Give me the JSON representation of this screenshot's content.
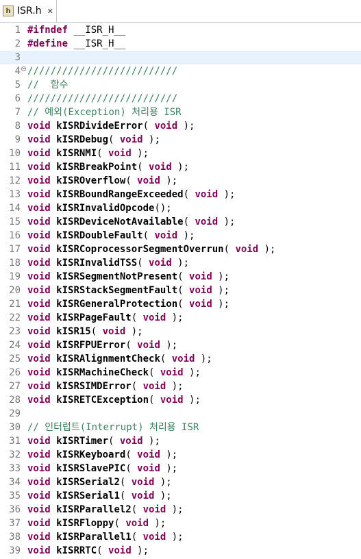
{
  "tab": {
    "label": "ISR.h",
    "icon": "header-file-icon",
    "icon_glyph": "h",
    "close_glyph": "✕"
  },
  "lines": [
    {
      "n": "1",
      "segs": [
        {
          "t": "#ifndef",
          "c": "kw"
        },
        {
          "t": " __ISR_H__",
          "c": ""
        }
      ]
    },
    {
      "n": "2",
      "segs": [
        {
          "t": "#define",
          "c": "kw"
        },
        {
          "t": " __ISR_H__",
          "c": ""
        }
      ]
    },
    {
      "n": "3",
      "segs": [
        {
          "t": "",
          "c": ""
        }
      ],
      "current": true
    },
    {
      "n": "4",
      "segs": [
        {
          "t": "//////////////////////////",
          "c": "cm"
        }
      ],
      "fold": true
    },
    {
      "n": "5",
      "segs": [
        {
          "t": "//  함수",
          "c": "cm"
        }
      ]
    },
    {
      "n": "6",
      "segs": [
        {
          "t": "//////////////////////////",
          "c": "cm"
        }
      ]
    },
    {
      "n": "7",
      "segs": [
        {
          "t": "// 예외(Exception) 처리용 ISR",
          "c": "cm"
        }
      ]
    },
    {
      "n": "8",
      "segs": [
        {
          "t": "void",
          "c": "kw"
        },
        {
          "t": " ",
          "c": ""
        },
        {
          "t": "kISRDivideError",
          "c": "fn"
        },
        {
          "t": "( ",
          "c": ""
        },
        {
          "t": "void",
          "c": "kw"
        },
        {
          "t": " );",
          "c": ""
        }
      ]
    },
    {
      "n": "9",
      "segs": [
        {
          "t": "void",
          "c": "kw"
        },
        {
          "t": " ",
          "c": ""
        },
        {
          "t": "kISRDebug",
          "c": "fn"
        },
        {
          "t": "( ",
          "c": ""
        },
        {
          "t": "void",
          "c": "kw"
        },
        {
          "t": " );",
          "c": ""
        }
      ]
    },
    {
      "n": "10",
      "segs": [
        {
          "t": "void",
          "c": "kw"
        },
        {
          "t": " ",
          "c": ""
        },
        {
          "t": "kISRNMI",
          "c": "fn"
        },
        {
          "t": "( ",
          "c": ""
        },
        {
          "t": "void",
          "c": "kw"
        },
        {
          "t": " );",
          "c": ""
        }
      ]
    },
    {
      "n": "11",
      "segs": [
        {
          "t": "void",
          "c": "kw"
        },
        {
          "t": " ",
          "c": ""
        },
        {
          "t": "kISRBreakPoint",
          "c": "fn"
        },
        {
          "t": "( ",
          "c": ""
        },
        {
          "t": "void",
          "c": "kw"
        },
        {
          "t": " );",
          "c": ""
        }
      ]
    },
    {
      "n": "12",
      "segs": [
        {
          "t": "void",
          "c": "kw"
        },
        {
          "t": " ",
          "c": ""
        },
        {
          "t": "kISROverflow",
          "c": "fn"
        },
        {
          "t": "( ",
          "c": ""
        },
        {
          "t": "void",
          "c": "kw"
        },
        {
          "t": " );",
          "c": ""
        }
      ]
    },
    {
      "n": "13",
      "segs": [
        {
          "t": "void",
          "c": "kw"
        },
        {
          "t": " ",
          "c": ""
        },
        {
          "t": "kISRBoundRangeExceeded",
          "c": "fn"
        },
        {
          "t": "( ",
          "c": ""
        },
        {
          "t": "void",
          "c": "kw"
        },
        {
          "t": " );",
          "c": ""
        }
      ]
    },
    {
      "n": "14",
      "segs": [
        {
          "t": "void",
          "c": "kw"
        },
        {
          "t": " ",
          "c": ""
        },
        {
          "t": "kISRInvalidOpcode",
          "c": "fn"
        },
        {
          "t": "();",
          "c": ""
        }
      ]
    },
    {
      "n": "15",
      "segs": [
        {
          "t": "void",
          "c": "kw"
        },
        {
          "t": " ",
          "c": ""
        },
        {
          "t": "kISRDeviceNotAvailable",
          "c": "fn"
        },
        {
          "t": "( ",
          "c": ""
        },
        {
          "t": "void",
          "c": "kw"
        },
        {
          "t": " );",
          "c": ""
        }
      ]
    },
    {
      "n": "16",
      "segs": [
        {
          "t": "void",
          "c": "kw"
        },
        {
          "t": " ",
          "c": ""
        },
        {
          "t": "kISRDoubleFault",
          "c": "fn"
        },
        {
          "t": "( ",
          "c": ""
        },
        {
          "t": "void",
          "c": "kw"
        },
        {
          "t": " );",
          "c": ""
        }
      ]
    },
    {
      "n": "17",
      "segs": [
        {
          "t": "void",
          "c": "kw"
        },
        {
          "t": " ",
          "c": ""
        },
        {
          "t": "kISRCoprocessorSegmentOverrun",
          "c": "fn"
        },
        {
          "t": "( ",
          "c": ""
        },
        {
          "t": "void",
          "c": "kw"
        },
        {
          "t": " );",
          "c": ""
        }
      ]
    },
    {
      "n": "18",
      "segs": [
        {
          "t": "void",
          "c": "kw"
        },
        {
          "t": " ",
          "c": ""
        },
        {
          "t": "kISRInvalidTSS",
          "c": "fn"
        },
        {
          "t": "( ",
          "c": ""
        },
        {
          "t": "void",
          "c": "kw"
        },
        {
          "t": " );",
          "c": ""
        }
      ]
    },
    {
      "n": "19",
      "segs": [
        {
          "t": "void",
          "c": "kw"
        },
        {
          "t": " ",
          "c": ""
        },
        {
          "t": "kISRSegmentNotPresent",
          "c": "fn"
        },
        {
          "t": "( ",
          "c": ""
        },
        {
          "t": "void",
          "c": "kw"
        },
        {
          "t": " );",
          "c": ""
        }
      ]
    },
    {
      "n": "20",
      "segs": [
        {
          "t": "void",
          "c": "kw"
        },
        {
          "t": " ",
          "c": ""
        },
        {
          "t": "kISRStackSegmentFault",
          "c": "fn"
        },
        {
          "t": "( ",
          "c": ""
        },
        {
          "t": "void",
          "c": "kw"
        },
        {
          "t": " );",
          "c": ""
        }
      ]
    },
    {
      "n": "21",
      "segs": [
        {
          "t": "void",
          "c": "kw"
        },
        {
          "t": " ",
          "c": ""
        },
        {
          "t": "kISRGeneralProtection",
          "c": "fn"
        },
        {
          "t": "( ",
          "c": ""
        },
        {
          "t": "void",
          "c": "kw"
        },
        {
          "t": " );",
          "c": ""
        }
      ]
    },
    {
      "n": "22",
      "segs": [
        {
          "t": "void",
          "c": "kw"
        },
        {
          "t": " ",
          "c": ""
        },
        {
          "t": "kISRPageFault",
          "c": "fn"
        },
        {
          "t": "( ",
          "c": ""
        },
        {
          "t": "void",
          "c": "kw"
        },
        {
          "t": " );",
          "c": ""
        }
      ]
    },
    {
      "n": "23",
      "segs": [
        {
          "t": "void",
          "c": "kw"
        },
        {
          "t": " ",
          "c": ""
        },
        {
          "t": "kISR15",
          "c": "fn"
        },
        {
          "t": "( ",
          "c": ""
        },
        {
          "t": "void",
          "c": "kw"
        },
        {
          "t": " );",
          "c": ""
        }
      ]
    },
    {
      "n": "24",
      "segs": [
        {
          "t": "void",
          "c": "kw"
        },
        {
          "t": " ",
          "c": ""
        },
        {
          "t": "kISRFPUError",
          "c": "fn"
        },
        {
          "t": "( ",
          "c": ""
        },
        {
          "t": "void",
          "c": "kw"
        },
        {
          "t": " );",
          "c": ""
        }
      ]
    },
    {
      "n": "25",
      "segs": [
        {
          "t": "void",
          "c": "kw"
        },
        {
          "t": " ",
          "c": ""
        },
        {
          "t": "kISRAlignmentCheck",
          "c": "fn"
        },
        {
          "t": "( ",
          "c": ""
        },
        {
          "t": "void",
          "c": "kw"
        },
        {
          "t": " );",
          "c": ""
        }
      ]
    },
    {
      "n": "26",
      "segs": [
        {
          "t": "void",
          "c": "kw"
        },
        {
          "t": " ",
          "c": ""
        },
        {
          "t": "kISRMachineCheck",
          "c": "fn"
        },
        {
          "t": "( ",
          "c": ""
        },
        {
          "t": "void",
          "c": "kw"
        },
        {
          "t": " );",
          "c": ""
        }
      ]
    },
    {
      "n": "27",
      "segs": [
        {
          "t": "void",
          "c": "kw"
        },
        {
          "t": " ",
          "c": ""
        },
        {
          "t": "kISRSIMDError",
          "c": "fn"
        },
        {
          "t": "( ",
          "c": ""
        },
        {
          "t": "void",
          "c": "kw"
        },
        {
          "t": " );",
          "c": ""
        }
      ]
    },
    {
      "n": "28",
      "segs": [
        {
          "t": "void",
          "c": "kw"
        },
        {
          "t": " ",
          "c": ""
        },
        {
          "t": "kISRETCException",
          "c": "fn"
        },
        {
          "t": "( ",
          "c": ""
        },
        {
          "t": "void",
          "c": "kw"
        },
        {
          "t": " );",
          "c": ""
        }
      ]
    },
    {
      "n": "29",
      "segs": [
        {
          "t": "",
          "c": ""
        }
      ]
    },
    {
      "n": "30",
      "segs": [
        {
          "t": "// 인터럽트(Interrupt) 처리용 ISR",
          "c": "cm"
        }
      ]
    },
    {
      "n": "31",
      "segs": [
        {
          "t": "void",
          "c": "kw"
        },
        {
          "t": " ",
          "c": ""
        },
        {
          "t": "kISRTimer",
          "c": "fn"
        },
        {
          "t": "( ",
          "c": ""
        },
        {
          "t": "void",
          "c": "kw"
        },
        {
          "t": " );",
          "c": ""
        }
      ]
    },
    {
      "n": "32",
      "segs": [
        {
          "t": "void",
          "c": "kw"
        },
        {
          "t": " ",
          "c": ""
        },
        {
          "t": "kISRKeyboard",
          "c": "fn"
        },
        {
          "t": "( ",
          "c": ""
        },
        {
          "t": "void",
          "c": "kw"
        },
        {
          "t": " );",
          "c": ""
        }
      ]
    },
    {
      "n": "33",
      "segs": [
        {
          "t": "void",
          "c": "kw"
        },
        {
          "t": " ",
          "c": ""
        },
        {
          "t": "kISRSlavePIC",
          "c": "fn"
        },
        {
          "t": "( ",
          "c": ""
        },
        {
          "t": "void",
          "c": "kw"
        },
        {
          "t": " );",
          "c": ""
        }
      ]
    },
    {
      "n": "34",
      "segs": [
        {
          "t": "void",
          "c": "kw"
        },
        {
          "t": " ",
          "c": ""
        },
        {
          "t": "kISRSerial2",
          "c": "fn"
        },
        {
          "t": "( ",
          "c": ""
        },
        {
          "t": "void",
          "c": "kw"
        },
        {
          "t": " );",
          "c": ""
        }
      ]
    },
    {
      "n": "35",
      "segs": [
        {
          "t": "void",
          "c": "kw"
        },
        {
          "t": " ",
          "c": ""
        },
        {
          "t": "kISRSerial1",
          "c": "fn"
        },
        {
          "t": "( ",
          "c": ""
        },
        {
          "t": "void",
          "c": "kw"
        },
        {
          "t": " );",
          "c": ""
        }
      ]
    },
    {
      "n": "36",
      "segs": [
        {
          "t": "void",
          "c": "kw"
        },
        {
          "t": " ",
          "c": ""
        },
        {
          "t": "kISRParallel2",
          "c": "fn"
        },
        {
          "t": "( ",
          "c": ""
        },
        {
          "t": "void",
          "c": "kw"
        },
        {
          "t": " );",
          "c": ""
        }
      ]
    },
    {
      "n": "37",
      "segs": [
        {
          "t": "void",
          "c": "kw"
        },
        {
          "t": " ",
          "c": ""
        },
        {
          "t": "kISRFloppy",
          "c": "fn"
        },
        {
          "t": "( ",
          "c": ""
        },
        {
          "t": "void",
          "c": "kw"
        },
        {
          "t": " );",
          "c": ""
        }
      ]
    },
    {
      "n": "38",
      "segs": [
        {
          "t": "void",
          "c": "kw"
        },
        {
          "t": " ",
          "c": ""
        },
        {
          "t": "kISRParallel1",
          "c": "fn"
        },
        {
          "t": "( ",
          "c": ""
        },
        {
          "t": "void",
          "c": "kw"
        },
        {
          "t": " );",
          "c": ""
        }
      ]
    },
    {
      "n": "39",
      "segs": [
        {
          "t": "void",
          "c": "kw"
        },
        {
          "t": " ",
          "c": ""
        },
        {
          "t": "kISRRTC",
          "c": "fn"
        },
        {
          "t": "( ",
          "c": ""
        },
        {
          "t": "void",
          "c": "kw"
        },
        {
          "t": " );",
          "c": ""
        }
      ]
    }
  ]
}
